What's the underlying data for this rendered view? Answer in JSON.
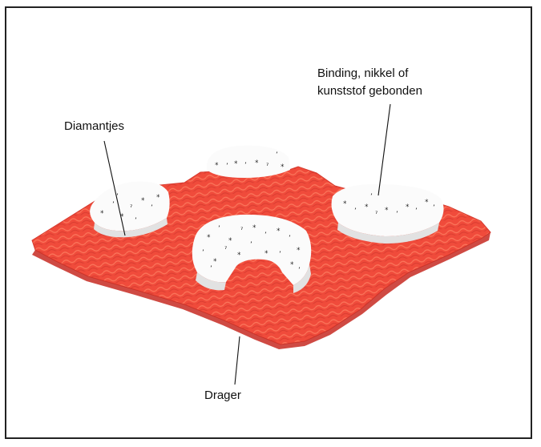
{
  "figure": {
    "labels": {
      "diamonds": "Diamantjes",
      "bond_line1": "Binding, nikkel of",
      "bond_line2": "kunststof gebonden",
      "carrier": "Drager"
    },
    "colors": {
      "carrier": "#f04b3b",
      "carrier_dark": "#c72a22",
      "bond": "#fbfbfb",
      "diamond": "#1e1e1e",
      "frame": "#222222"
    }
  }
}
